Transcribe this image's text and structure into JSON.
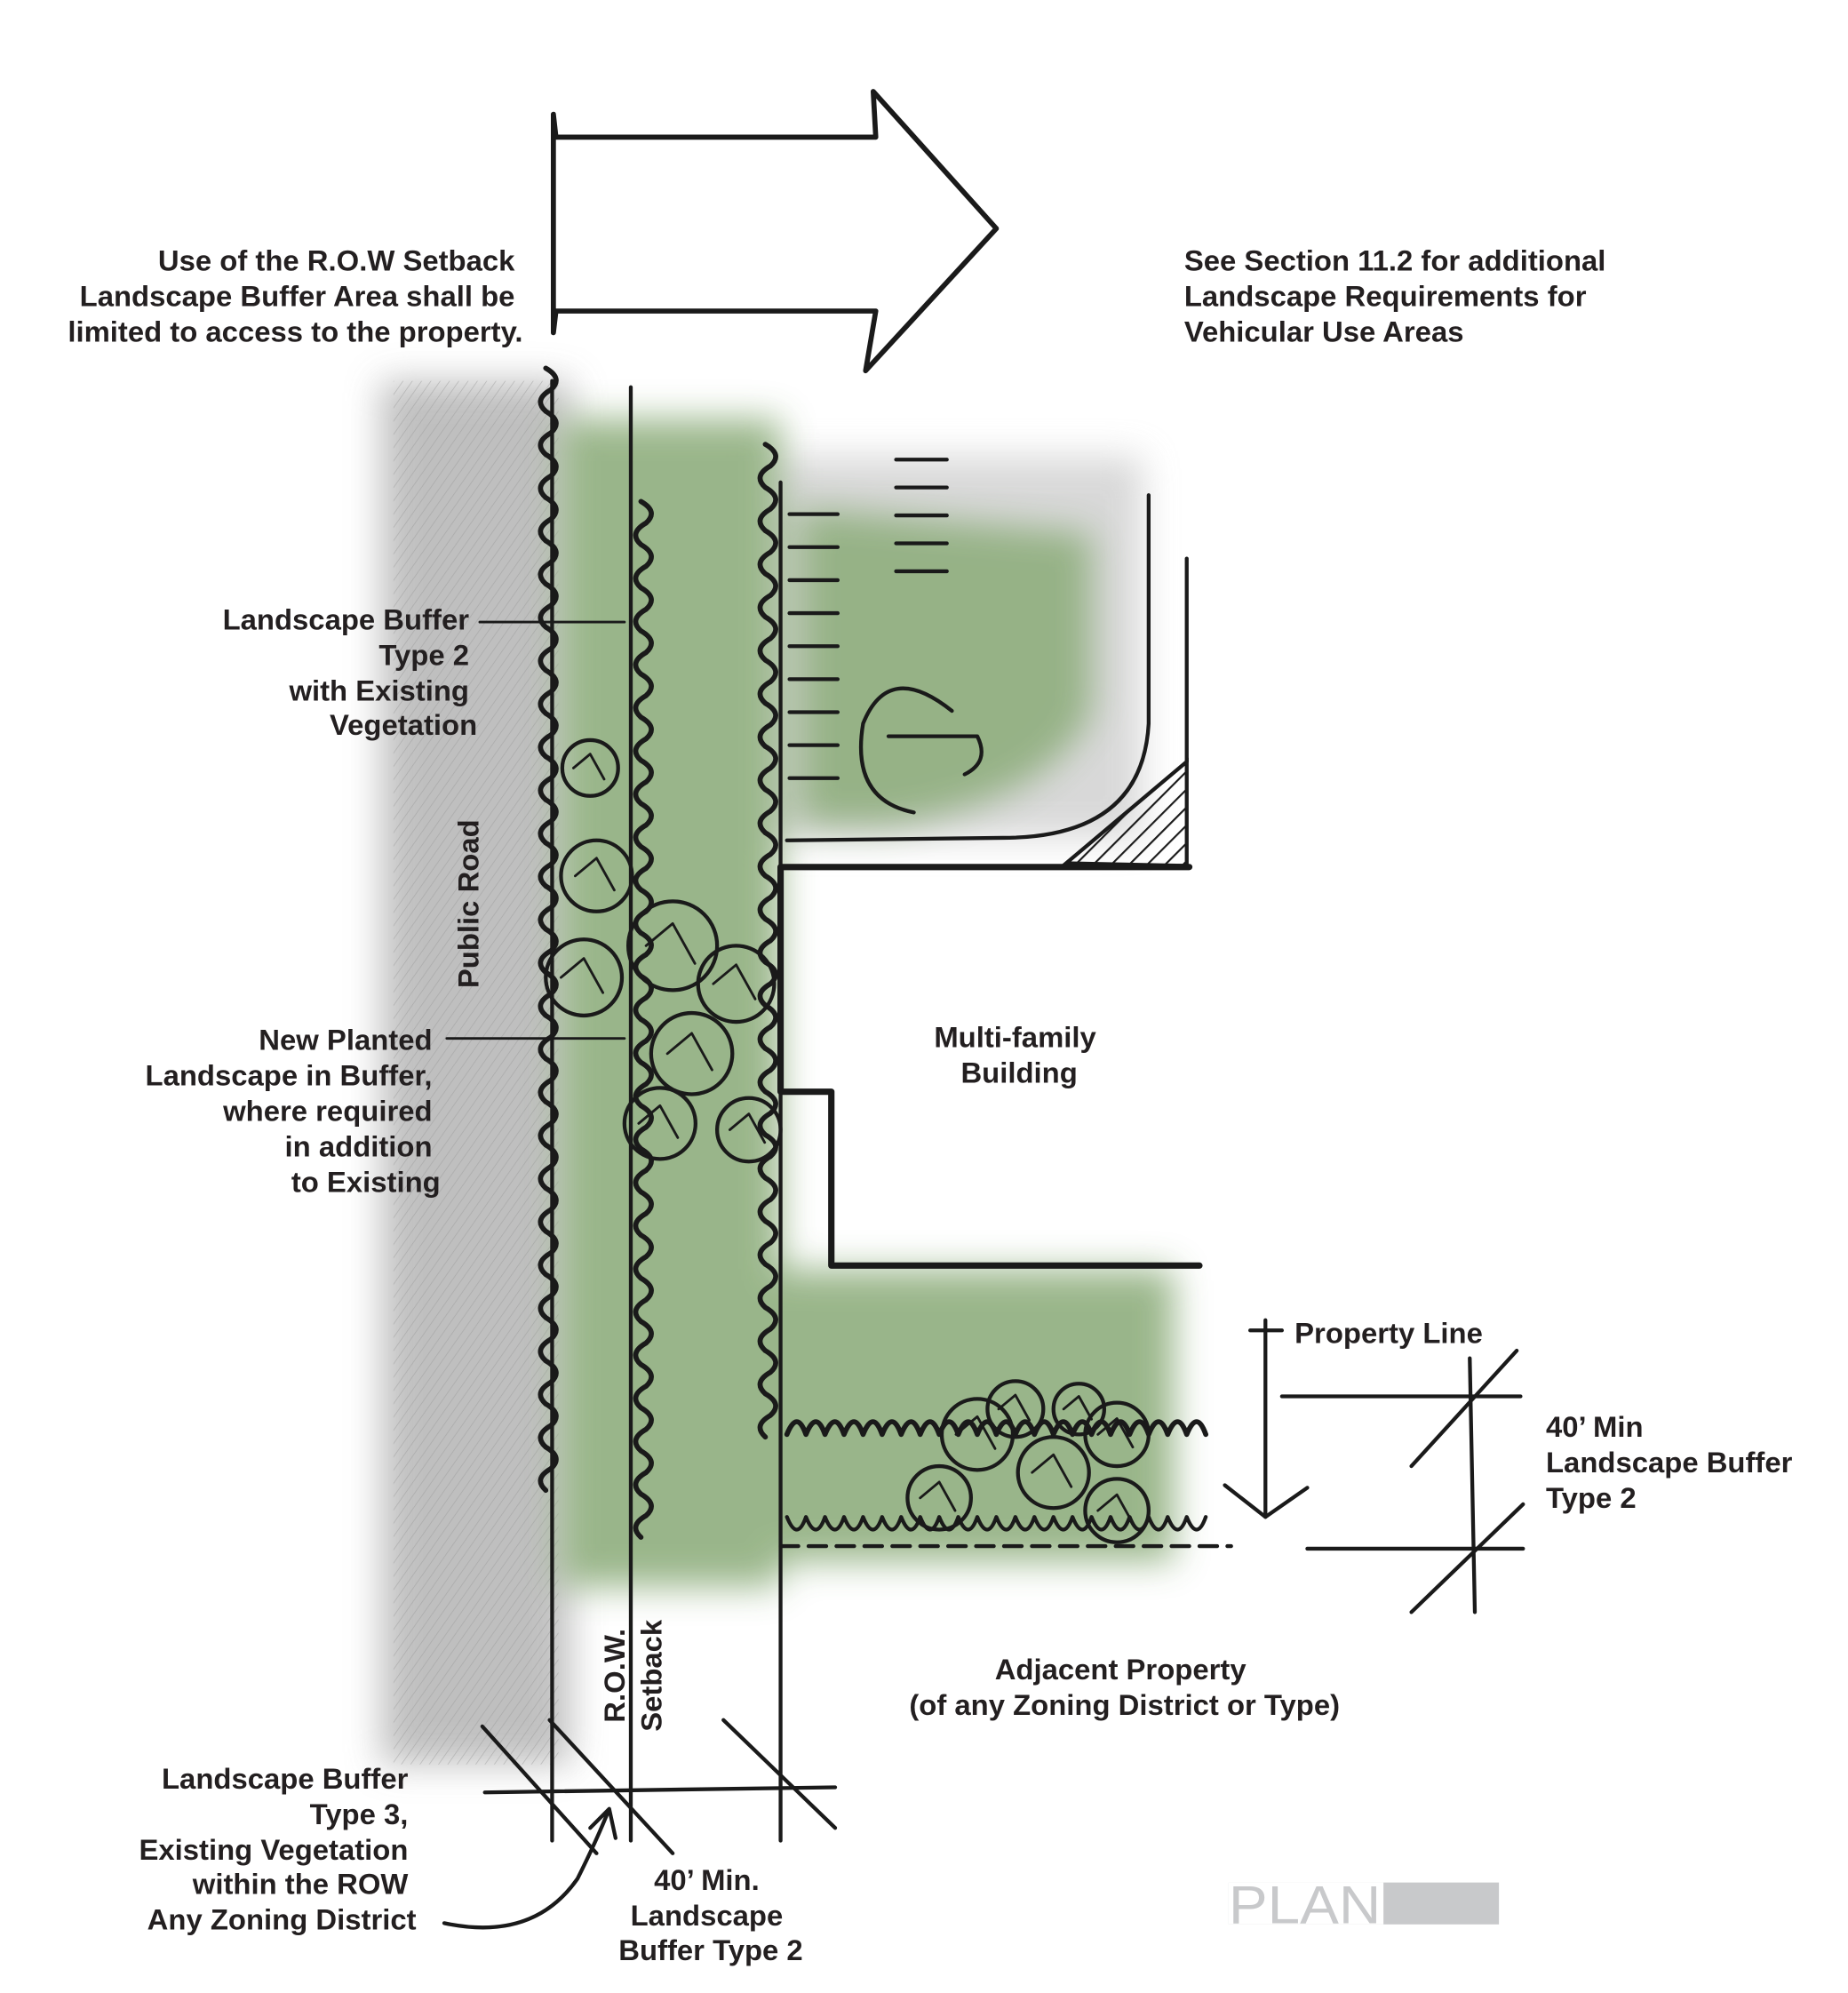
{
  "colors": {
    "green": "#8fae7e",
    "gray": "#c4c4c4",
    "ink": "#1a1a1a",
    "plan_box": "#c8c9cb"
  },
  "notes": {
    "row_setback": [
      "Use of the R.O.W Setback",
      "Landscape Buffer Area shall be",
      "limited to access to the property."
    ],
    "section_ref": [
      "See Section 11.2 for additional",
      "Landscape Requirements for",
      "Vehicular Use Areas"
    ]
  },
  "labels": {
    "buffer_type2_existing": [
      "Landscape Buffer",
      "Type 2",
      "with Existing",
      "Vegetation"
    ],
    "public_road": "Public Road",
    "new_planted": [
      "New Planted",
      "Landscape in Buffer,",
      "where required",
      "in addition",
      "to Existing"
    ],
    "building": [
      "Multi-family",
      "Building"
    ],
    "property_line": "Property Line",
    "min_buffer_right": [
      "40’ Min",
      "Landscape Buffer",
      "Type 2"
    ],
    "adjacent_property": [
      "Adjacent Property",
      "(of any Zoning District or Type)"
    ],
    "row": "R.O.W.",
    "setback": "Setback",
    "buffer_type3": [
      "Landscape Buffer",
      "Type 3,",
      "Existing Vegetation",
      "within the ROW",
      "Any Zoning District"
    ],
    "min_buffer_bottom": [
      "40’ Min.",
      "Landscape",
      "Buffer Type 2"
    ],
    "plan": "PLAN"
  }
}
